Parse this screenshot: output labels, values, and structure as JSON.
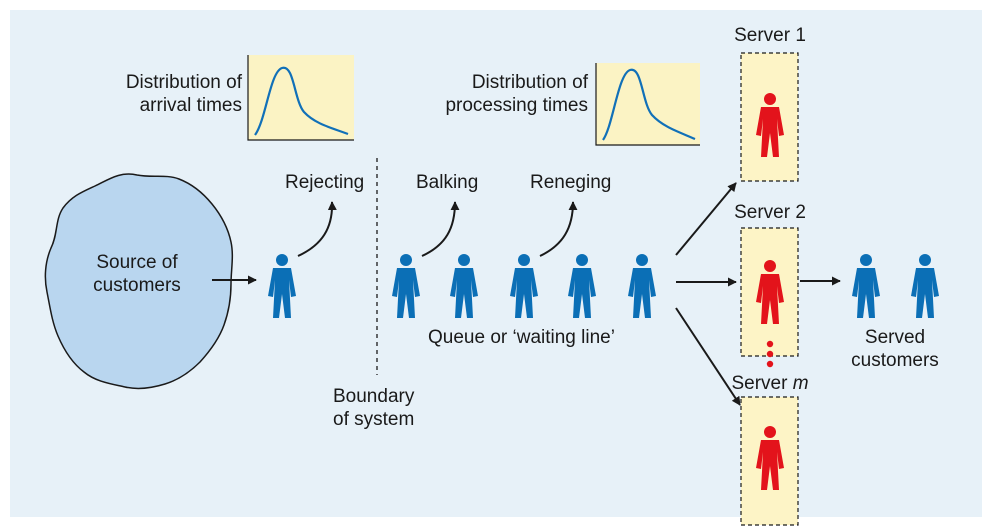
{
  "diagram": {
    "source_label": "Source of customers",
    "dist_arrival_label": [
      "Distribution of",
      "arrival times"
    ],
    "dist_processing_label": [
      "Distribution of",
      "processing times"
    ],
    "rejecting_label": "Rejecting",
    "balking_label": "Balking",
    "reneging_label": "Reneging",
    "queue_label": "Queue or ‘waiting line’",
    "boundary_label": [
      "Boundary",
      "of system"
    ],
    "server_1_label": "Server 1",
    "server_2_label": "Server 2",
    "server_m_prefix": "Server ",
    "server_m_var": "m",
    "served_label": [
      "Served",
      "customers"
    ]
  },
  "colors": {
    "panel_bg": "#e7f1f8",
    "customer": "#0b6fb6",
    "server": "#e3131b",
    "server_box": "#fdf4c6",
    "chart_bg": "#fbf3c4",
    "curve": "#1170b8",
    "cloud": "#b9d6ef"
  },
  "icons": [
    "person-icon",
    "curved-arrow-icon",
    "distribution-curve-icon",
    "cloud-shape"
  ]
}
